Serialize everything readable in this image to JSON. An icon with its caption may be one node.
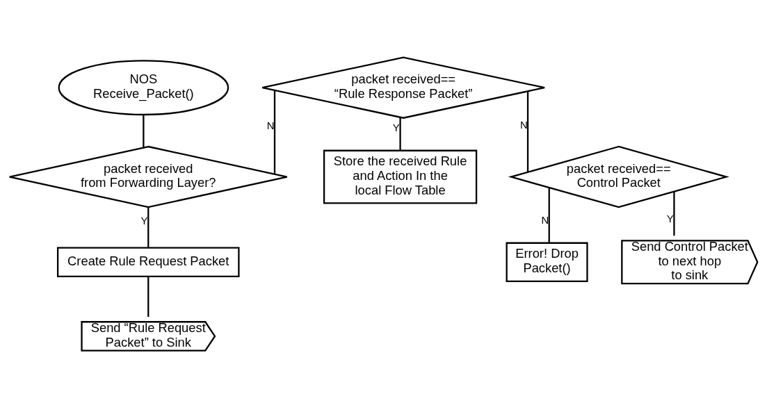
{
  "diagram": {
    "nodes": [
      {
        "text": [
          "NOS Receive_Packet()"
        ]
      },
      {
        "text": [
          "packet received from Forwarding Layer?"
        ]
      },
      {
        "text": [
          "packet received== “Rule Response Packet”"
        ]
      },
      {
        "text": [
          "Store the received Rule and Action In the local Flow Table"
        ]
      },
      {
        "text": [
          "Create Rule Request Packet"
        ]
      },
      {
        "text": [
          "packet received== Control Packet"
        ]
      },
      {
        "text": [
          "Error! Drop Packet()"
        ]
      },
      {
        "text": [
          "Send “Rule Request Packet” to Sink"
        ]
      },
      {
        "text": [
          "Send Control Packet to next hop to sink"
        ]
      }
    ],
    "edges": [
      {
        "from": 0,
        "to": 1,
        "arrow": "none"
      },
      {
        "from": 1,
        "to": 2,
        "arrow": "none",
        "label": "N"
      },
      {
        "from": 2,
        "to": 3,
        "arrow": "none",
        "label": "Y"
      },
      {
        "from": 2,
        "to": 5,
        "arrow": "none",
        "label": "N"
      },
      {
        "from": 1,
        "to": 4,
        "arrow": "none",
        "label": "Y"
      },
      {
        "from": 4,
        "to": 7,
        "arrow": "none"
      },
      {
        "from": 5,
        "to": 6,
        "arrow": "none",
        "label": "N"
      },
      {
        "from": 5,
        "to": 8,
        "arrow": "none",
        "label": "Y"
      }
    ]
  }
}
